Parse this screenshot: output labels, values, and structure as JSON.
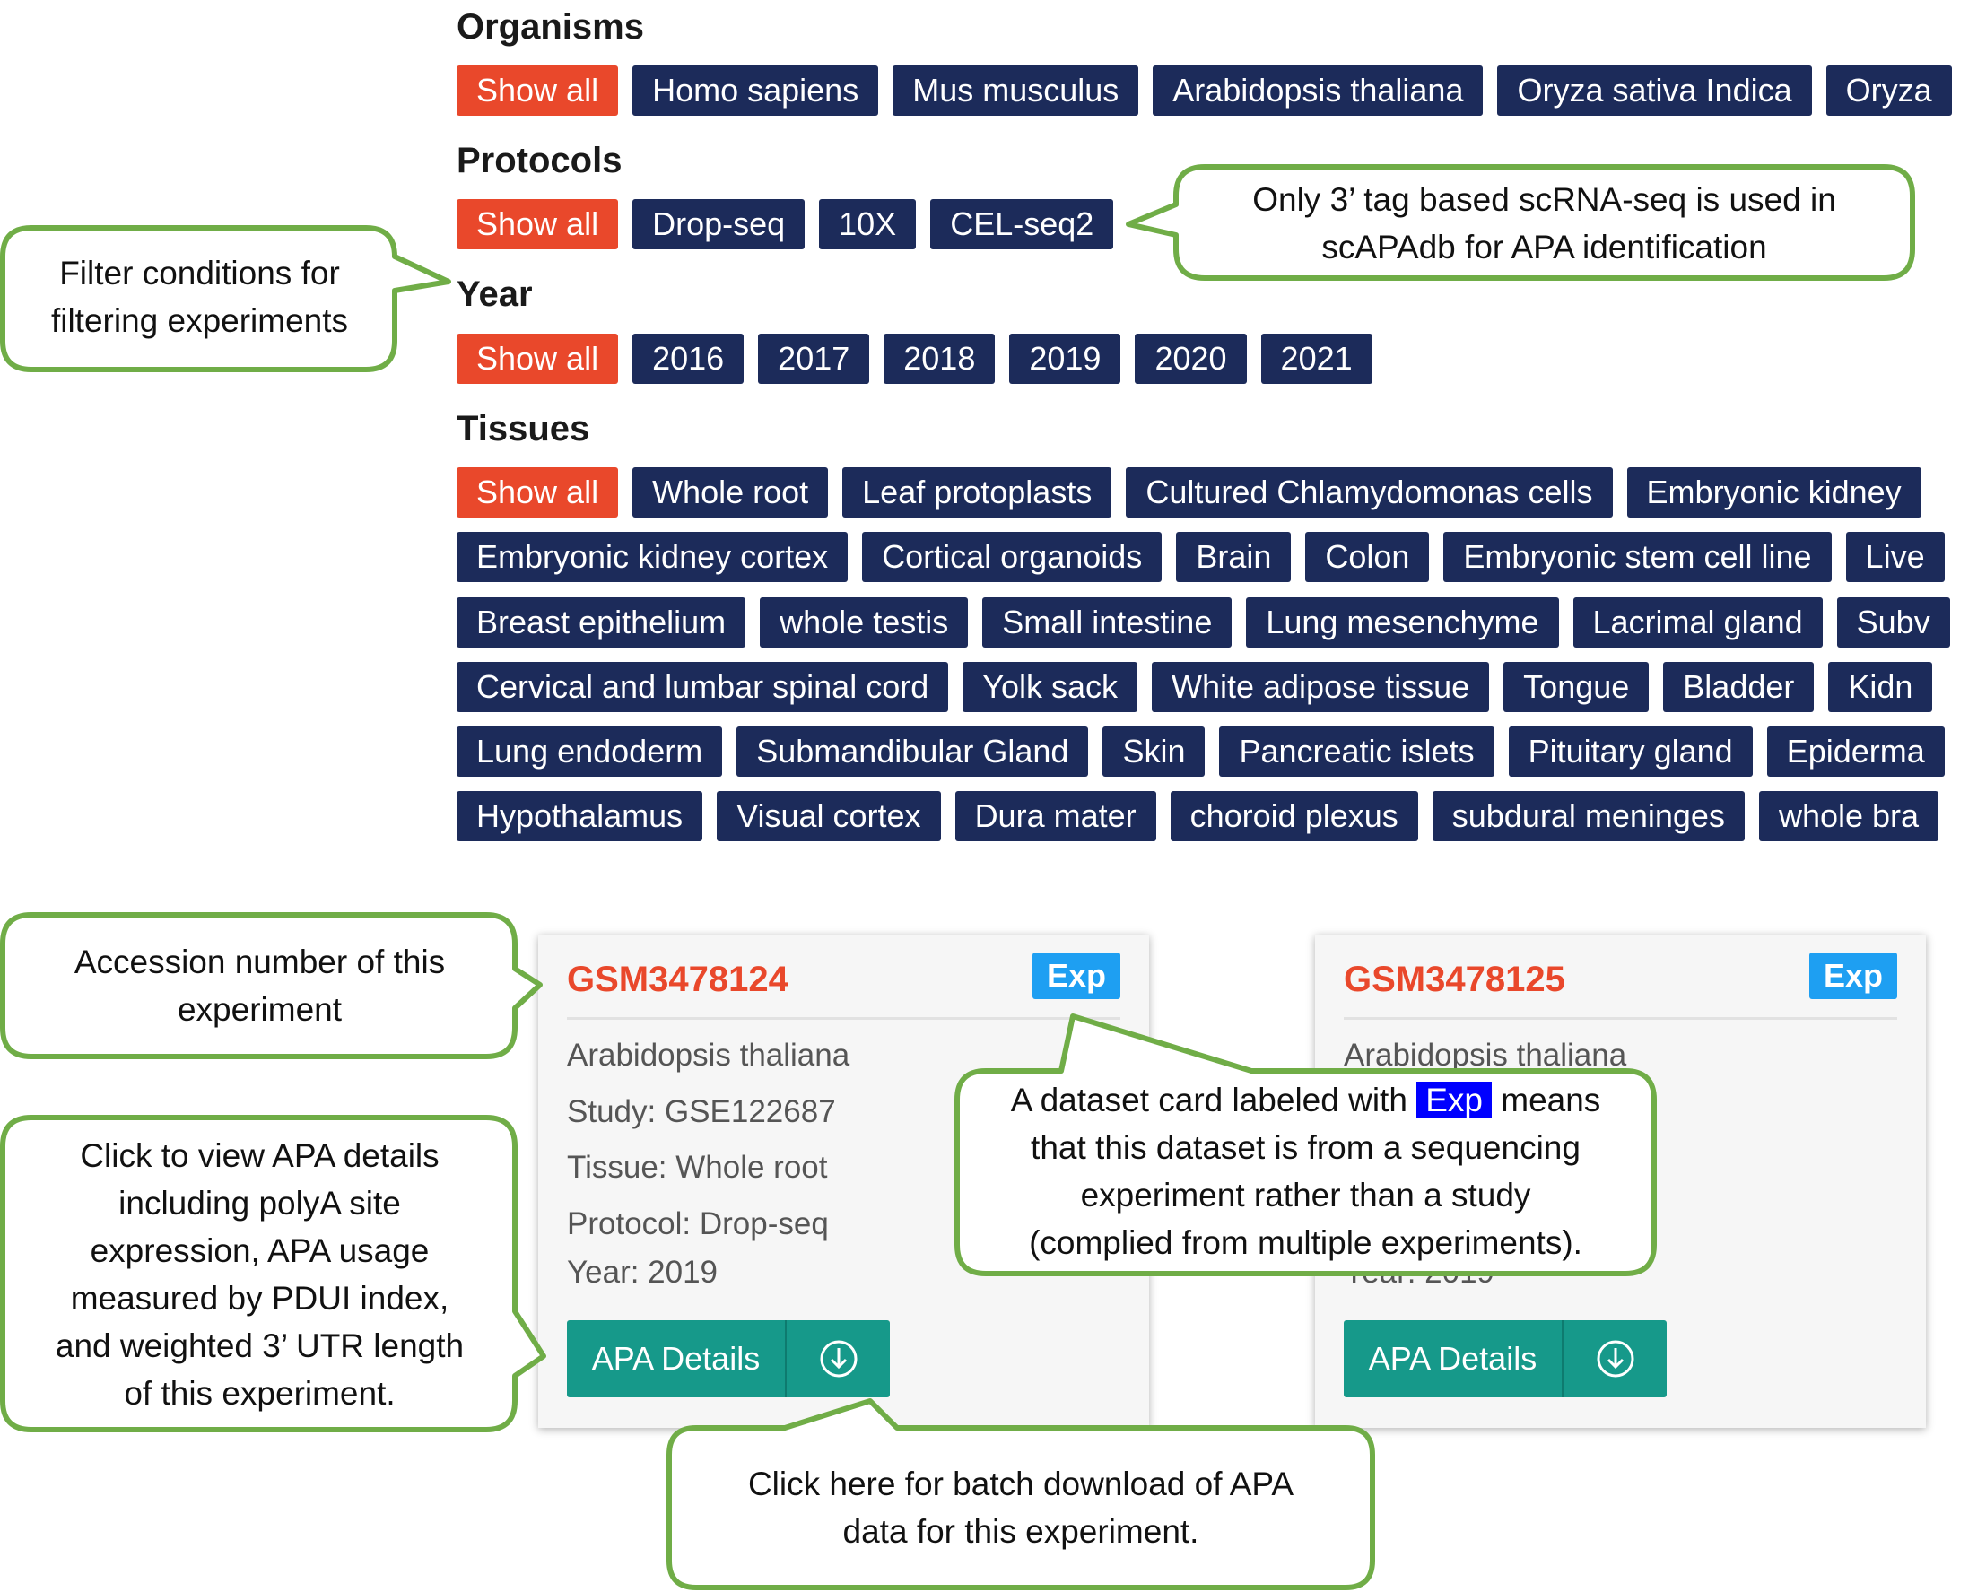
{
  "filters": {
    "organisms": {
      "title": "Organisms",
      "items": [
        "Show all",
        "Homo sapiens",
        "Mus musculus",
        "Arabidopsis thaliana",
        "Oryza sativa Indica",
        "Oryza"
      ]
    },
    "protocols": {
      "title": "Protocols",
      "items": [
        "Show all",
        "Drop-seq",
        "10X",
        "CEL-seq2"
      ]
    },
    "year": {
      "title": "Year",
      "items": [
        "Show all",
        "2016",
        "2017",
        "2018",
        "2019",
        "2020",
        "2021"
      ]
    },
    "tissues": {
      "title": "Tissues",
      "rows": [
        [
          "Show all",
          "Whole root",
          "Leaf protoplasts",
          "Cultured Chlamydomonas cells",
          "Embryonic kidney"
        ],
        [
          "Embryonic kidney cortex",
          "Cortical organoids",
          "Brain",
          "Colon",
          "Embryonic stem cell line",
          "Live"
        ],
        [
          "Breast epithelium",
          "whole testis",
          "Small intestine",
          "Lung mesenchyme",
          "Lacrimal gland",
          "Subv"
        ],
        [
          "Cervical and lumbar spinal cord",
          "Yolk sack",
          "White adipose tissue",
          "Tongue",
          "Bladder",
          "Kidn"
        ],
        [
          "Lung endoderm",
          "Submandibular Gland",
          "Skin",
          "Pancreatic islets",
          "Pituitary gland",
          "Epiderma"
        ],
        [
          "Hypothalamus",
          "Visual cortex",
          "Dura mater",
          "choroid plexus",
          "subdural meninges",
          "whole bra"
        ]
      ]
    }
  },
  "cards": [
    {
      "accession": "GSM3478124",
      "badge": "Exp",
      "organism": "Arabidopsis thaliana",
      "study": "Study: GSE122687",
      "tissue": "Tissue: Whole root",
      "protocol": "Protocol: Drop-seq",
      "year": "Year: 2019",
      "apa_button": "APA Details",
      "download_icon": "download-circle-icon"
    },
    {
      "accession": "GSM3478125",
      "badge": "Exp",
      "organism": "Arabidopsis thaliana",
      "year_partial": "Year: 2019",
      "apa_button": "APA Details",
      "download_icon": "download-circle-icon"
    }
  ],
  "callouts": {
    "filter": [
      "Filter conditions for",
      "filtering experiments"
    ],
    "protocol": [
      "Only 3’ tag based scRNA-seq is used in",
      "scAPAdb for APA identification"
    ],
    "accession": [
      "Accession number of this",
      "experiment"
    ],
    "exp_badge": {
      "line1_before": "A dataset card labeled with",
      "exp_word": "Exp",
      "line1_after": "means",
      "lines": [
        "that this dataset is from a sequencing",
        "experiment rather than a study",
        "(complied from multiple experiments)."
      ]
    },
    "apa": [
      "Click to view APA details",
      "including polyA site",
      "expression, APA usage",
      "measured by PDUI index,",
      "and weighted 3’ UTR length",
      "of this experiment."
    ],
    "download": [
      "Click here for batch download of APA",
      "data for this experiment."
    ]
  },
  "colors": {
    "chip": "#1c2b5a",
    "chip_active": "#e9482b",
    "badge": "#1e9ff2",
    "button": "#16998a",
    "callout_border": "#70ad47",
    "highlight": "#0000ff"
  }
}
